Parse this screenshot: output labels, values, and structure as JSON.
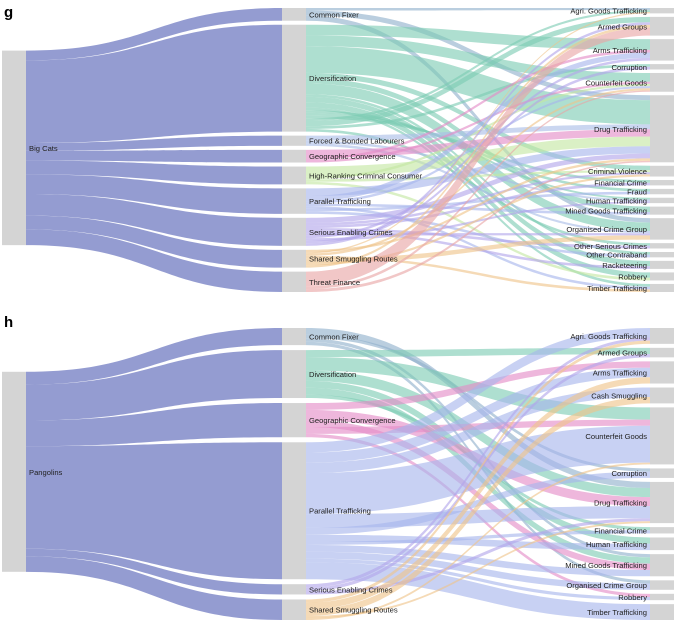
{
  "colors": {
    "node": "#d4d4d4",
    "source_link": "#8e97cf",
    "categories": {
      "Common Fixer": "#8fb0cc",
      "Diversification": "#7ccbb3",
      "Forced & Bonded Labourers": "#a9bde6",
      "Geographic Convergence": "#e48bc6",
      "High-Ranking Criminal Consumer": "#c3e6a2",
      "Parallel Trafficking": "#a6b4ec",
      "Serious Enabling Crimes": "#b2a4ea",
      "Shared Smuggling Routes": "#efc489",
      "Threat Finance": "#e8a4a4"
    }
  },
  "panels": [
    {
      "letter": "g",
      "source": "Big Cats",
      "categories": [
        "Common Fixer",
        "Diversification",
        "Forced & Bonded Labourers",
        "Geographic Convergence",
        "High-Ranking Criminal Consumer",
        "Parallel Trafficking",
        "Serious Enabling Crimes",
        "Shared Smuggling Routes",
        "Threat Finance"
      ],
      "category_values": [
        5,
        42,
        4,
        5,
        7,
        10,
        11,
        7,
        8
      ],
      "targets": [
        "Agri. Goods Trafficking",
        "Armed Groups",
        "Arms Trafficking",
        "Corruption",
        "Counterfeit Goods",
        "Drug Trafficking",
        "Criminal Violence",
        "Financial Crime",
        "Fraud",
        "Human Trafficking",
        "Mined Goods Trafficking",
        "Organised Crime Group",
        "Other Serious Crimes",
        "Other Contraband",
        "Racketeering",
        "Robbery",
        "Timber Trafficking"
      ],
      "target_values": [
        2,
        7,
        8,
        2,
        7,
        25,
        4,
        2,
        2,
        2,
        3,
        8,
        2,
        2,
        3,
        3,
        3
      ],
      "flows": [
        [
          "Common Fixer",
          "Agri. Goods Trafficking",
          1
        ],
        [
          "Common Fixer",
          "Drug Trafficking",
          2
        ],
        [
          "Common Fixer",
          "Organised Crime Group",
          2
        ],
        [
          "Diversification",
          "Arms Trafficking",
          4
        ],
        [
          "Diversification",
          "Counterfeit Goods",
          4
        ],
        [
          "Diversification",
          "Drug Trafficking",
          10
        ],
        [
          "Diversification",
          "Criminal Violence",
          2
        ],
        [
          "Diversification",
          "Mined Goods Trafficking",
          2
        ],
        [
          "Diversification",
          "Organised Crime Group",
          4
        ],
        [
          "Diversification",
          "Other Contraband",
          1
        ],
        [
          "Diversification",
          "Racketeering",
          2
        ],
        [
          "Diversification",
          "Robbery",
          2
        ],
        [
          "Diversification",
          "Timber Trafficking",
          1
        ],
        [
          "Diversification",
          "Human Trafficking",
          1
        ],
        [
          "Diversification",
          "Fraud",
          1
        ],
        [
          "Diversification",
          "Financial Crime",
          1
        ],
        [
          "Diversification",
          "Agri. Goods Trafficking",
          1
        ],
        [
          "Diversification",
          "Armed Groups",
          2
        ],
        [
          "Diversification",
          "Corruption",
          1
        ],
        [
          "Diversification",
          "Other Serious Crimes",
          1
        ],
        [
          "Forced & Bonded Labourers",
          "Drug Trafficking",
          2
        ],
        [
          "Forced & Bonded Labourers",
          "Human Trafficking",
          1
        ],
        [
          "Forced & Bonded Labourers",
          "Organised Crime Group",
          1
        ],
        [
          "Geographic Convergence",
          "Drug Trafficking",
          3
        ],
        [
          "Geographic Convergence",
          "Arms Trafficking",
          1
        ],
        [
          "Geographic Convergence",
          "Counterfeit Goods",
          1
        ],
        [
          "High-Ranking Criminal Consumer",
          "Drug Trafficking",
          4
        ],
        [
          "High-Ranking Criminal Consumer",
          "Counterfeit Goods",
          1
        ],
        [
          "High-Ranking Criminal Consumer",
          "Criminal Violence",
          1
        ],
        [
          "High-Ranking Criminal Consumer",
          "Robbery",
          1
        ],
        [
          "Parallel Trafficking",
          "Drug Trafficking",
          3
        ],
        [
          "Parallel Trafficking",
          "Arms Trafficking",
          2
        ],
        [
          "Parallel Trafficking",
          "Counterfeit Goods",
          1
        ],
        [
          "Parallel Trafficking",
          "Mined Goods Trafficking",
          1
        ],
        [
          "Parallel Trafficking",
          "Timber Trafficking",
          1
        ],
        [
          "Parallel Trafficking",
          "Fraud",
          1
        ],
        [
          "Parallel Trafficking",
          "Other Contraband",
          1
        ],
        [
          "Serious Enabling Crimes",
          "Drug Trafficking",
          2
        ],
        [
          "Serious Enabling Crimes",
          "Criminal Violence",
          1
        ],
        [
          "Serious Enabling Crimes",
          "Financial Crime",
          1
        ],
        [
          "Serious Enabling Crimes",
          "Other Serious Crimes",
          1
        ],
        [
          "Serious Enabling Crimes",
          "Racketeering",
          1
        ],
        [
          "Serious Enabling Crimes",
          "Organised Crime Group",
          1
        ],
        [
          "Serious Enabling Crimes",
          "Arms Trafficking",
          1
        ],
        [
          "Serious Enabling Crimes",
          "Human Trafficking",
          1
        ],
        [
          "Serious Enabling Crimes",
          "Corruption",
          1
        ],
        [
          "Serious Enabling Crimes",
          "Armed Groups",
          1
        ],
        [
          "Shared Smuggling Routes",
          "Drug Trafficking",
          1
        ],
        [
          "Shared Smuggling Routes",
          "Agri. Goods Trafficking",
          0
        ],
        [
          "Shared Smuggling Routes",
          "Counterfeit Goods",
          1
        ],
        [
          "Shared Smuggling Routes",
          "Timber Trafficking",
          1
        ],
        [
          "Shared Smuggling Routes",
          "Organised Crime Group",
          2
        ],
        [
          "Shared Smuggling Routes",
          "Criminal Violence",
          1
        ],
        [
          "Shared Smuggling Routes",
          "Armed Groups",
          1
        ],
        [
          "Threat Finance",
          "Armed Groups",
          3
        ],
        [
          "Threat Finance",
          "Counterfeit Goods",
          0
        ],
        [
          "Threat Finance",
          "Drug Trafficking",
          0
        ]
      ]
    },
    {
      "letter": "h",
      "source": "Pangolins",
      "categories": [
        "Common Fixer",
        "Diversification",
        "Geographic Convergence",
        "Parallel Trafficking",
        "Serious Enabling Crimes",
        "Shared Smuggling Routes"
      ],
      "category_values": [
        5,
        14,
        10,
        40,
        3,
        6
      ],
      "targets": [
        "Agri. Goods Trafficking",
        "Armed Groups",
        "Arms Trafficking",
        "Cash Smuggling",
        "Counterfeit Goods",
        "Corruption",
        "Drug Trafficking",
        "Financial Crime",
        "Human Trafficking",
        "Mined Goods Trafficking",
        "Organised Crime Group",
        "Robbery",
        "Timber Trafficking"
      ],
      "target_values": [
        5,
        3,
        7,
        5,
        18,
        3,
        13,
        2,
        4,
        7,
        3,
        2,
        5
      ],
      "flows": [
        [
          "Common Fixer",
          "Drug Trafficking",
          2
        ],
        [
          "Common Fixer",
          "Corruption",
          1
        ],
        [
          "Common Fixer",
          "Mined Goods Trafficking",
          1
        ],
        [
          "Common Fixer",
          "Organised Crime Group",
          1
        ],
        [
          "Diversification",
          "Armed Groups",
          2
        ],
        [
          "Diversification",
          "Counterfeit Goods",
          4
        ],
        [
          "Diversification",
          "Drug Trafficking",
          3
        ],
        [
          "Diversification",
          "Human Trafficking",
          2
        ],
        [
          "Diversification",
          "Mined Goods Trafficking",
          2
        ],
        [
          "Diversification",
          "Financial Crime",
          1
        ],
        [
          "Geographic Convergence",
          "Arms Trafficking",
          2
        ],
        [
          "Geographic Convergence",
          "Drug Trafficking",
          3
        ],
        [
          "Geographic Convergence",
          "Mined Goods Trafficking",
          2
        ],
        [
          "Geographic Convergence",
          "Counterfeit Goods",
          2
        ],
        [
          "Geographic Convergence",
          "Robbery",
          1
        ],
        [
          "Parallel Trafficking",
          "Agri. Goods Trafficking",
          3
        ],
        [
          "Parallel Trafficking",
          "Arms Trafficking",
          3
        ],
        [
          "Parallel Trafficking",
          "Cash Smuggling",
          3
        ],
        [
          "Parallel Trafficking",
          "Counterfeit Goods",
          12
        ],
        [
          "Parallel Trafficking",
          "Drug Trafficking",
          4
        ],
        [
          "Parallel Trafficking",
          "Corruption",
          2
        ],
        [
          "Parallel Trafficking",
          "Human Trafficking",
          2
        ],
        [
          "Parallel Trafficking",
          "Financial Crime",
          1
        ],
        [
          "Parallel Trafficking",
          "Mined Goods Trafficking",
          2
        ],
        [
          "Parallel Trafficking",
          "Organised Crime Group",
          2
        ],
        [
          "Parallel Trafficking",
          "Robbery",
          1
        ],
        [
          "Parallel Trafficking",
          "Timber Trafficking",
          5
        ],
        [
          "Serious Enabling Crimes",
          "Agri. Goods Trafficking",
          1
        ],
        [
          "Serious Enabling Crimes",
          "Armed Groups",
          1
        ],
        [
          "Serious Enabling Crimes",
          "Drug Trafficking",
          1
        ],
        [
          "Shared Smuggling Routes",
          "Agri. Goods Trafficking",
          1
        ],
        [
          "Shared Smuggling Routes",
          "Arms Trafficking",
          2
        ],
        [
          "Shared Smuggling Routes",
          "Cash Smuggling",
          2
        ],
        [
          "Shared Smuggling Routes",
          "Drug Trafficking",
          0
        ],
        [
          "Shared Smuggling Routes",
          "Counterfeit Goods",
          0
        ]
      ]
    }
  ]
}
